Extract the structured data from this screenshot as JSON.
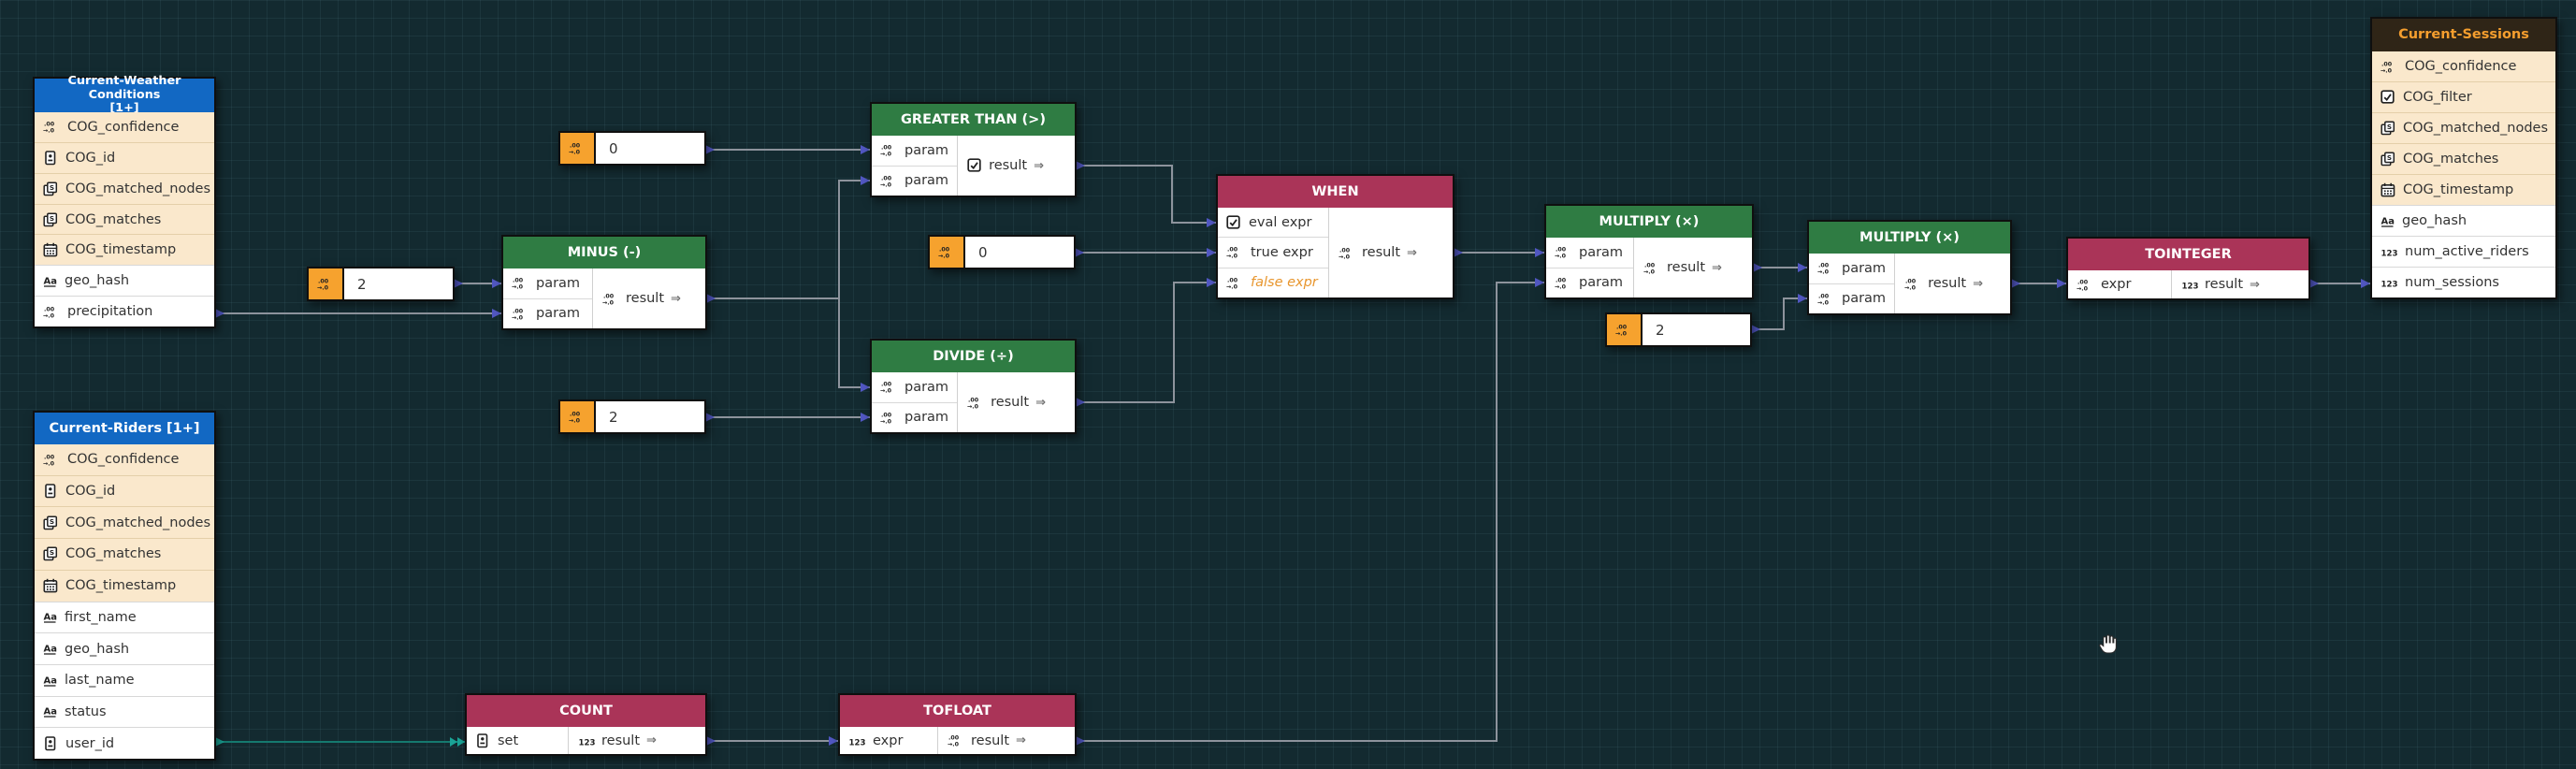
{
  "colors": {
    "background": "#132a30",
    "header_blue": "#1268c3",
    "header_green": "#2f7c43",
    "header_maroon": "#aa3458",
    "header_dark": "#2f2517",
    "accent_orange": "#f6a22e",
    "row_cream": "#fae8cc",
    "edge_gray": "#8d939c",
    "arrow_purple": "#5157c2",
    "edge_teal": "#15796f",
    "arrow_teal": "#1aa396"
  },
  "icons": {
    "result_arrow": "⇒"
  },
  "nodes": {
    "weather": {
      "title": "Current-Weather Conditions",
      "cardinality": "[1+]",
      "fields": [
        "COG_confidence",
        "COG_id",
        "COG_matched_nodes",
        "COG_matches",
        "COG_timestamp",
        "geo_hash",
        "precipitation"
      ]
    },
    "riders": {
      "title": "Current-Riders [1+]",
      "fields": [
        "COG_confidence",
        "COG_id",
        "COG_matched_nodes",
        "COG_matches",
        "COG_timestamp",
        "first_name",
        "geo_hash",
        "last_name",
        "status",
        "user_id"
      ]
    },
    "sessions": {
      "title": "Current-Sessions",
      "fields": [
        "COG_confidence",
        "COG_filter",
        "COG_matched_nodes",
        "COG_matches",
        "COG_timestamp",
        "geo_hash",
        "num_active_riders",
        "num_sessions"
      ]
    },
    "minus": {
      "title": "MINUS (-)",
      "inputs": [
        "param",
        "param"
      ],
      "output": "result"
    },
    "greater_than": {
      "title": "GREATER THAN (>)",
      "inputs": [
        "param",
        "param"
      ],
      "output": "result"
    },
    "divide": {
      "title": "DIVIDE (÷)",
      "inputs": [
        "param",
        "param"
      ],
      "output": "result"
    },
    "when": {
      "title": "WHEN",
      "inputs": [
        "eval expr",
        "true expr",
        "false expr"
      ],
      "output": "result"
    },
    "multiply_1": {
      "title": "MULTIPLY (×)",
      "inputs": [
        "param",
        "param"
      ],
      "output": "result"
    },
    "multiply_2": {
      "title": "MULTIPLY (×)",
      "inputs": [
        "param",
        "param"
      ],
      "output": "result"
    },
    "tointeger": {
      "title": "TOINTEGER",
      "input": "expr",
      "output": "result"
    },
    "count": {
      "title": "COUNT",
      "input": "set",
      "output": "result"
    },
    "tofloat": {
      "title": "TOFLOAT",
      "input": "expr",
      "output": "result"
    }
  },
  "constants": {
    "c1": {
      "value": "0"
    },
    "c2": {
      "value": "2"
    },
    "c3": {
      "value": "0"
    },
    "c4": {
      "value": "2"
    },
    "c5": {
      "value": "2"
    }
  }
}
